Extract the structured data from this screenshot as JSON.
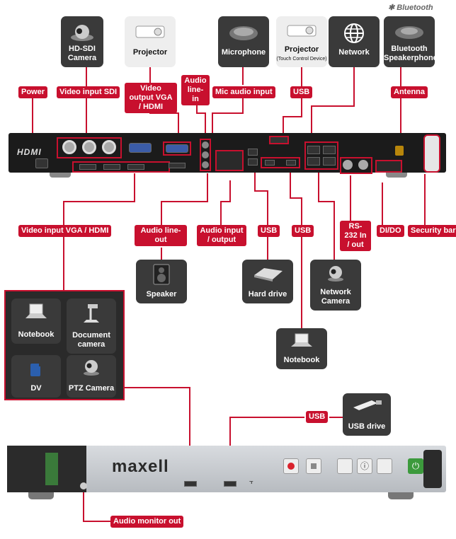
{
  "brand": {
    "bluetooth_logo": "Bluetooth",
    "hdmi_logo": "HDMI",
    "maxell": "maxell"
  },
  "sources_top": {
    "hdsdi_camera": "HD-SDI Camera",
    "projector": "Projector",
    "microphone": "Microphone",
    "projector_touch": "Projector",
    "projector_touch_sub": "(Touch Control Device)",
    "network": "Network",
    "bt_speakerphone": "Bluetooth Speakerphone"
  },
  "labels_top": {
    "power": "Power",
    "video_input_sdi": "Video input SDI",
    "video_output": "Video output VGA / HDMI",
    "audio_line_in": "Audio line-in",
    "mic_audio_input": "Mic audio input",
    "usb": "USB",
    "antenna": "Antenna"
  },
  "labels_bottom": {
    "video_input_vga_hdmi": "Video input VGA / HDMI",
    "audio_line_out": "Audio line-out",
    "audio_io": "Audio input / output",
    "usb1": "USB",
    "usb2": "USB",
    "rs232": "RS-232 In / out",
    "dido": "DI/DO",
    "security_bar": "Security bar",
    "usb_front": "USB",
    "audio_monitor_out": "Audio monitor out"
  },
  "devices_bottom": {
    "speaker": "Speaker",
    "hard_drive": "Hard drive",
    "network_camera": "Network Camera",
    "notebook": "Notebook",
    "usb_drive": "USB drive"
  },
  "input_panel": {
    "notebook": "Notebook",
    "document_camera": "Document camera",
    "dv": "DV",
    "ptz_camera": "PTZ Camera"
  },
  "colors": {
    "label_red": "#c8102e",
    "tile_gray": "#3a3a3a",
    "device_black": "#1b1b1b",
    "front_panel": "#c9ccd0"
  }
}
